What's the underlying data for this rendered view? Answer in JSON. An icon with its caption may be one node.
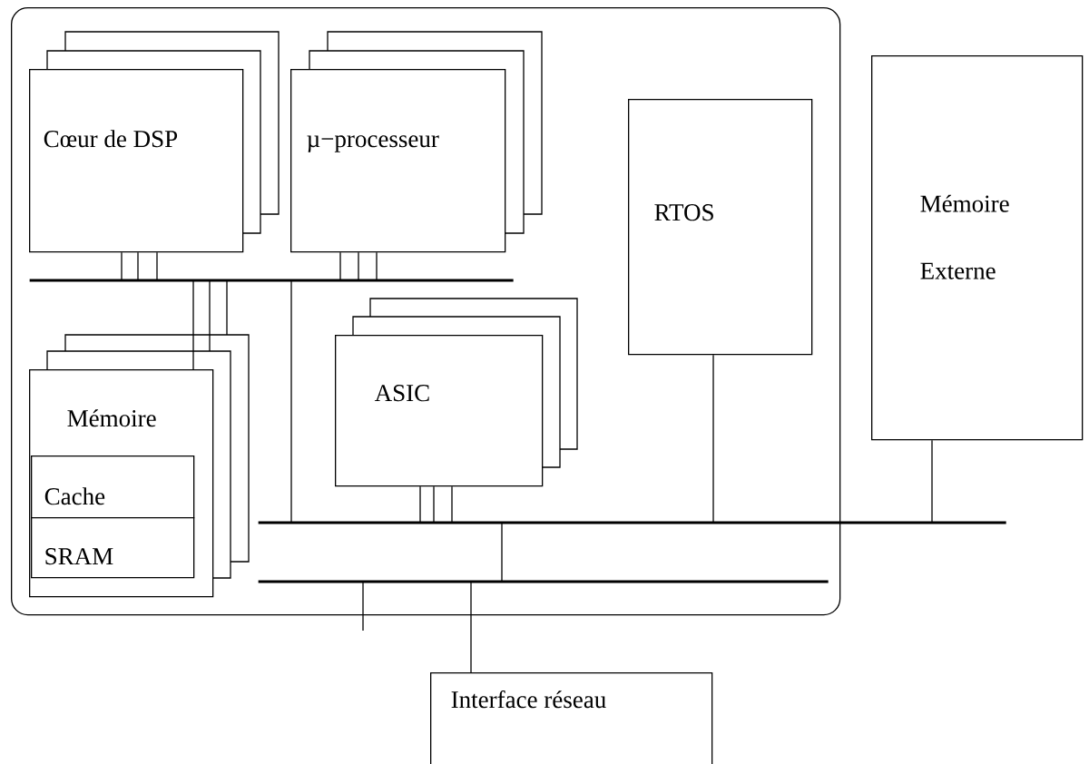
{
  "diagram": {
    "nodes": [
      {
        "text": [],
        "shape": "box"
      },
      {
        "text": [
          "Cœur de DSP"
        ],
        "in": 0
      },
      {
        "text": [
          "µ−processeur"
        ],
        "in": 0
      },
      {
        "text": [
          "RTOS"
        ],
        "in": 0
      },
      {
        "text": [],
        "shape": "bar",
        "in": 0
      },
      {
        "text": [
          "Mémoire"
        ],
        "in": 0
      },
      {
        "text": [
          "Cache"
        ],
        "in": 5
      },
      {
        "text": [
          "SRAM"
        ],
        "in": 5
      },
      {
        "text": [
          "ASIC"
        ],
        "in": 0
      },
      {
        "text": [],
        "shape": "bar"
      },
      {
        "text": [],
        "shape": "bar",
        "in": 0
      },
      {
        "text": [
          "Mémoire Externe"
        ]
      },
      {
        "text": [
          "Interface réseau"
        ]
      }
    ],
    "edges": [
      {
        "from": 1,
        "to": 4,
        "arrow": "none"
      },
      {
        "from": 2,
        "to": 4,
        "arrow": "none"
      },
      {
        "from": 5,
        "to": 4,
        "arrow": "none"
      },
      {
        "from": 4,
        "to": 9,
        "arrow": "none"
      },
      {
        "from": 8,
        "to": 9,
        "arrow": "none"
      },
      {
        "from": 3,
        "to": 9,
        "arrow": "none"
      },
      {
        "from": 11,
        "to": 9,
        "arrow": "none"
      },
      {
        "from": 9,
        "to": 10,
        "arrow": "none"
      },
      {
        "from": 10,
        "to": null,
        "arrow": "none"
      },
      {
        "from": 10,
        "to": 12,
        "arrow": "none"
      }
    ]
  }
}
